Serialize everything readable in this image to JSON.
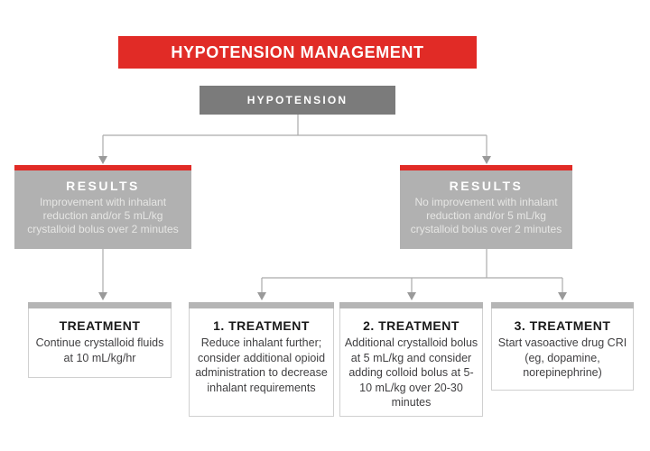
{
  "title": "HYPOTENSION MANAGEMENT",
  "root": {
    "label": "HYPOTENSION"
  },
  "results": [
    {
      "title": "RESULTS",
      "text": "Improvement with inhalant reduction and/or 5 mL/kg crystalloid bolus over 2 minutes"
    },
    {
      "title": "RESULTS",
      "text": "No improvement with inhalant reduction and/or 5 mL/kg crystalloid bolus over 2 minutes"
    }
  ],
  "treatments": [
    {
      "title": "TREATMENT",
      "text": "Continue crystalloid fluids at 10 mL/kg/hr"
    },
    {
      "title": "1. TREATMENT",
      "text": "Reduce inhalant further; consider additional opioid administration to decrease inhalant requirements"
    },
    {
      "title": "2. TREATMENT",
      "text": "Additional crystalloid bolus at 5 mL/kg and consider adding colloid bolus at 5-10 mL/kg over 20-30 minutes"
    },
    {
      "title": "3. TREATMENT",
      "text": "Start vasoactive drug CRI (eg, dopamine, norepinephrine)"
    }
  ],
  "colors": {
    "accent_red": "#E12B26",
    "root_gray": "#7B7B7B",
    "results_gray": "#B1B1B1",
    "bar_gray": "#B5B5B5",
    "connector_gray": "#ABABAB"
  }
}
